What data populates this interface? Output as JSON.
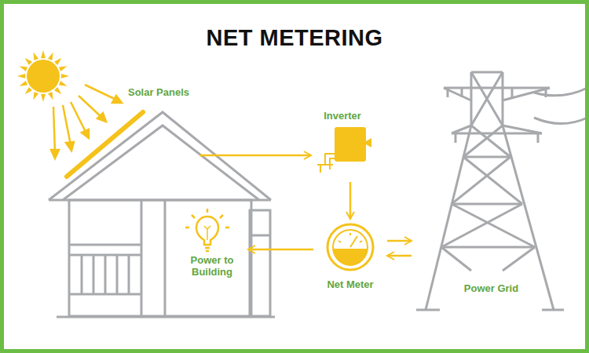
{
  "diagram": {
    "title": "NET METERING",
    "nodes": [
      {
        "text": [
          "Solar Panels"
        ]
      },
      {
        "text": [
          "Inverter"
        ]
      },
      {
        "text": [
          "Net Meter"
        ]
      },
      {
        "text": [
          "Power to Building"
        ]
      },
      {
        "text": [
          "Power Grid"
        ]
      }
    ],
    "edges": [
      {
        "from": 0,
        "to": 1,
        "arrow": "to"
      },
      {
        "from": 1,
        "to": 2,
        "arrow": "to"
      },
      {
        "from": 2,
        "to": 3,
        "arrow": "to"
      },
      {
        "from": 2,
        "to": 4,
        "arrow": "to"
      },
      {
        "from": 4,
        "to": 2,
        "arrow": "to"
      }
    ]
  }
}
